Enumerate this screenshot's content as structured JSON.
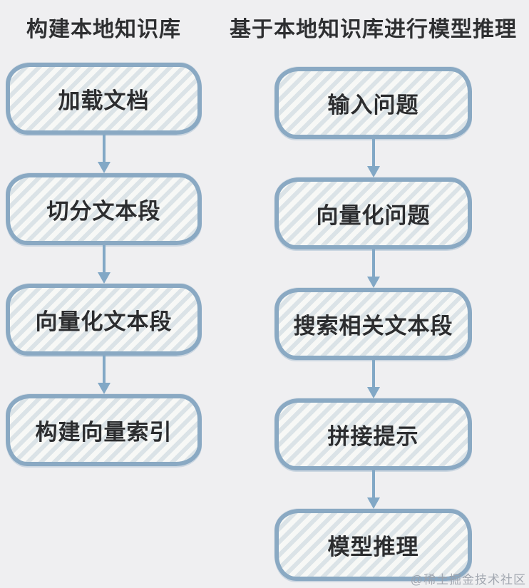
{
  "flows": [
    {
      "title": "构建本地知识库",
      "steps": [
        "加载文档",
        "切分文本段",
        "向量化文本段",
        "构建向量索引"
      ]
    },
    {
      "title": "基于本地知识库进行模型推理",
      "steps": [
        "输入问题",
        "向量化问题",
        "搜索相关文本段",
        "拼接提示",
        "模型推理"
      ]
    }
  ],
  "watermark": "@稀土掘金技术社区",
  "colors": {
    "background": "#efeff1",
    "node_border": "#8aa9c3",
    "hatch_dark": "#dbe3e7",
    "hatch_light": "#f7f8f6",
    "arrow": "#82a8c6",
    "text": "#2c2d2f",
    "watermark": "#9aa0aa"
  }
}
